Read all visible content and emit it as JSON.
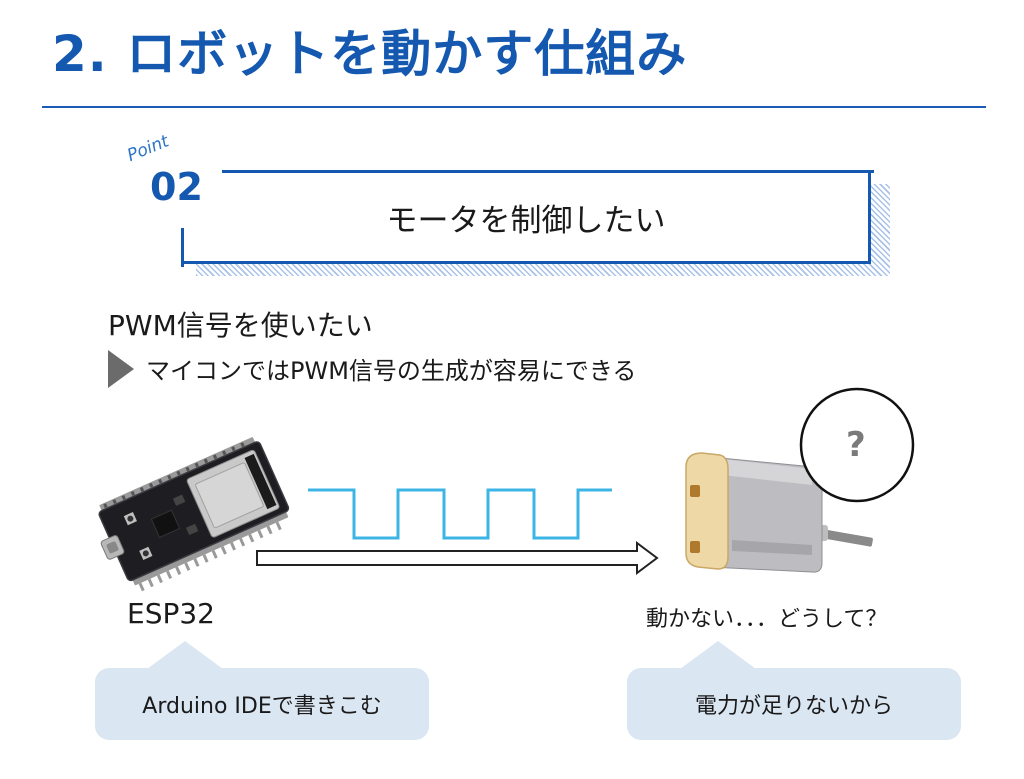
{
  "slide": {
    "title": "2.  ロボットを動かす仕組み",
    "accent_color": "#1558b0"
  },
  "point": {
    "label": "Point",
    "number": "02",
    "text": "モータを制御したい"
  },
  "content": {
    "heading": "PWM信号を使いたい",
    "bullet": "マイコンではPWM信号の生成が容易にできる",
    "bullet_icon": "triangle-right-icon"
  },
  "diagram": {
    "esp_label": "ESP32",
    "signal_color": "#3cb4e6",
    "motor_caption": "動かない．．．どうして？",
    "bubble_symbol": "?",
    "callout_left": "Arduino IDEで書きこむ",
    "callout_right": "電力が足りないから",
    "callout_color": "#dbe6f3"
  }
}
